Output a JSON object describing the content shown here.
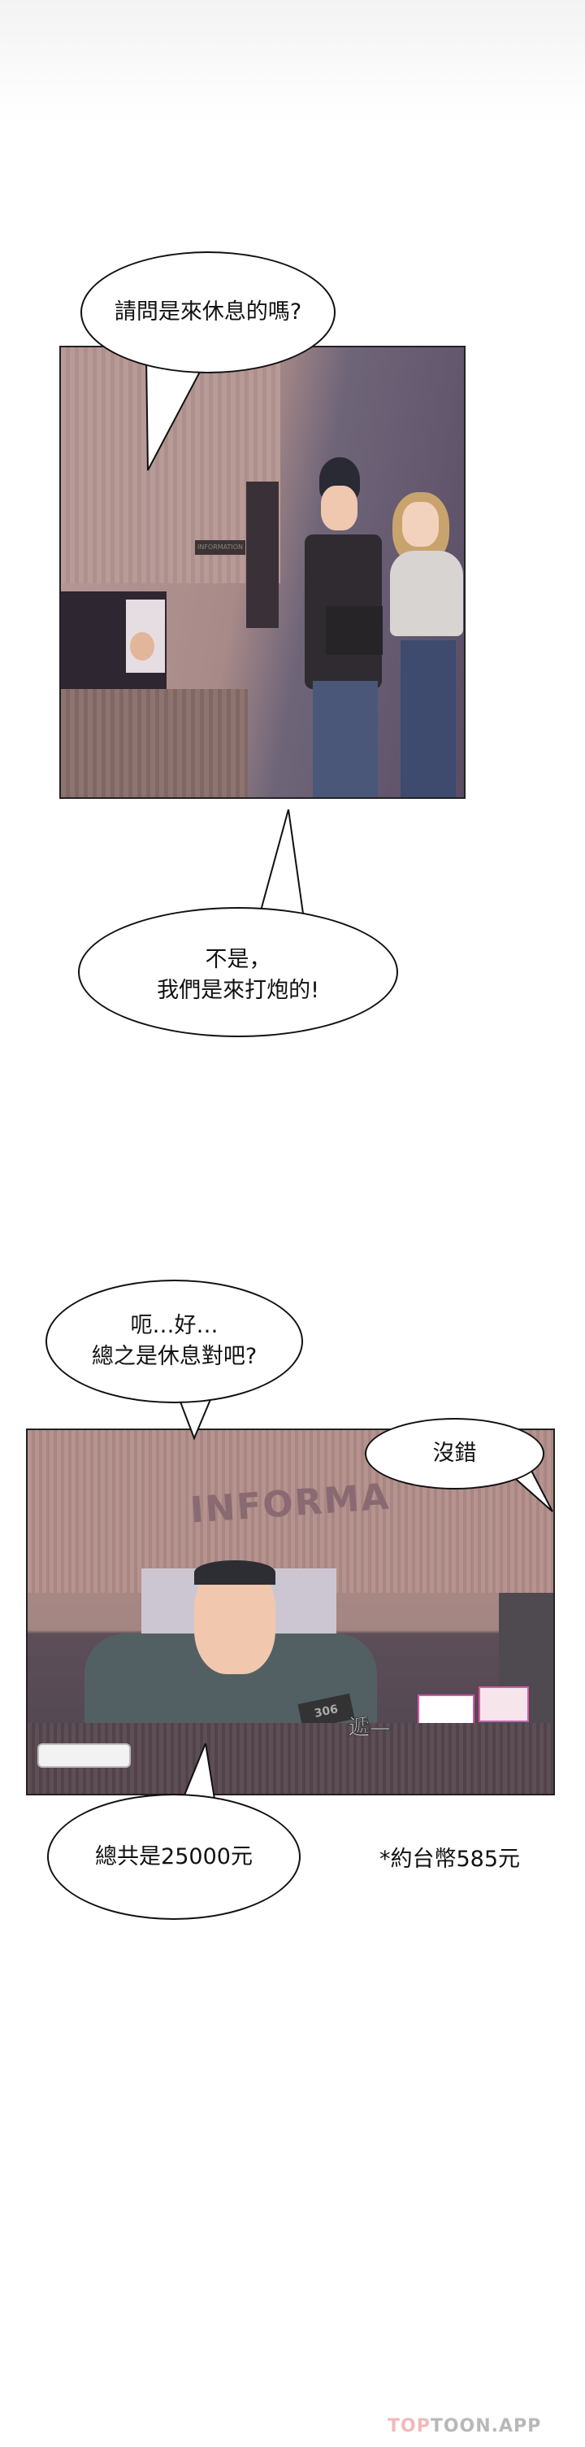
{
  "panels": [
    {
      "dialogue": [
        "請問是來休息的嗎?",
        "不是，",
        "我們是來打炮的!"
      ],
      "sign": "INFORMATION"
    },
    {
      "dialogue": [
        "呃…好…",
        "總之是休息對吧?",
        "沒錯",
        "總共是25000元"
      ],
      "sign": "INFORMA",
      "room_card": "306",
      "sfx": "遞—"
    }
  ],
  "note": "*約台幣585元",
  "watermark": {
    "part1": "TOP",
    "part2": "TOON",
    "part3": ".APP",
    "color1": "#f2b8bc",
    "color2": "#b8b8b8"
  }
}
